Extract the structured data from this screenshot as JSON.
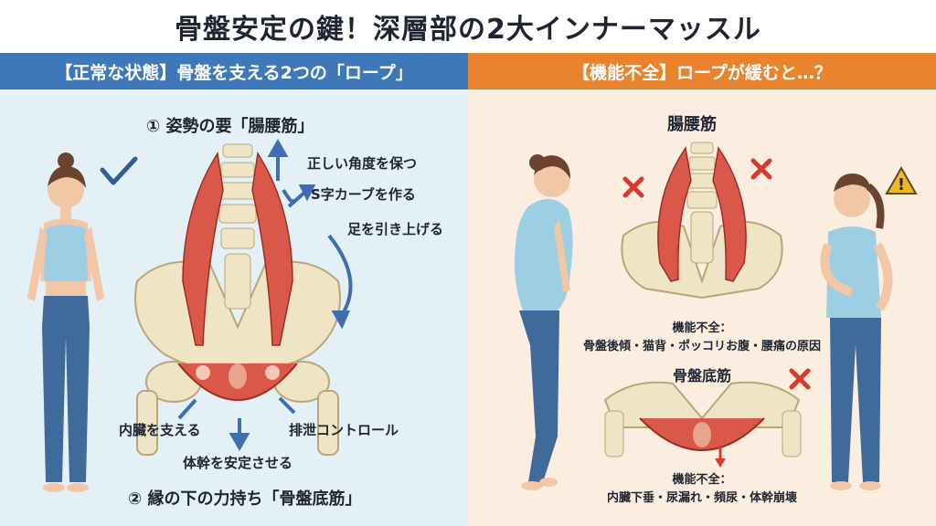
{
  "title": "骨盤安定の鍵！深層部の2大インナーマッスル",
  "left_panel": {
    "header": "【正常な状態】骨盤を支える2つの「ロープ」",
    "iliopsoas_heading": "① 姿勢の要「腸腰筋」",
    "iliopsoas_roles": [
      "正しい角度を保つ",
      "S字カーブを作る",
      "足を引き上げる"
    ],
    "pelvic_floor_roles": [
      "内臓を支える",
      "排泄コントロール",
      "体幹を安定させる"
    ],
    "pelvic_floor_heading": "② 縁の下の力持ち「骨盤底筋」"
  },
  "right_panel": {
    "header": "【機能不全】ロープが緩むと…？",
    "iliopsoas_label": "腸腰筋",
    "iliopsoas_dysfunction_title": "機能不全：",
    "iliopsoas_dysfunction_text": "骨盤後傾・猫背・ポッコリお腹・腰痛の原因",
    "pelvic_floor_label": "骨盤底筋",
    "pelvic_floor_dysfunction_title": "機能不全：",
    "pelvic_floor_dysfunction_text": "内臓下垂・尿漏れ・頻尿・体幹崩壊"
  },
  "colors": {
    "left_header": "#3f78b8",
    "right_header": "#e9832e",
    "muscle": "#d9584a",
    "bone": "#efe4c4",
    "arrow": "#3d6fb0",
    "cross": "#d63a2f"
  }
}
